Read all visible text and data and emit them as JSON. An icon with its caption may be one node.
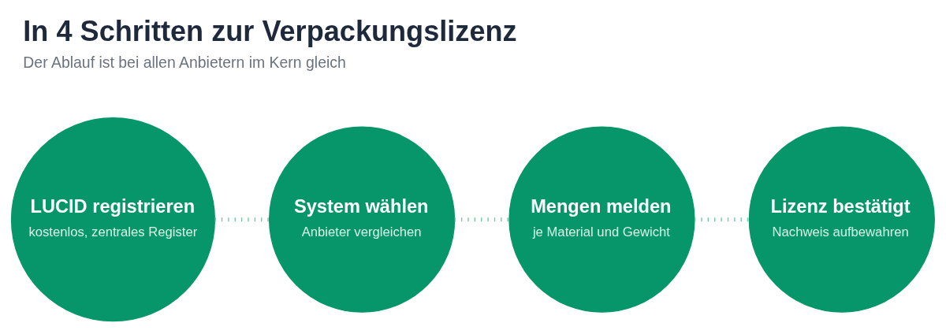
{
  "diagram": {
    "title": "In 4 Schritten zur Verpackungslizenz",
    "caption": "Der Ablauf ist bei allen Anbietern im Kern gleich",
    "nodes": [
      {
        "text": [
          "LUCID registrieren",
          "kostenlos, zentrales Register"
        ]
      },
      {
        "text": [
          "System wählen",
          "Anbieter vergleichen"
        ]
      },
      {
        "text": [
          "Mengen melden",
          "je Material und Gewicht"
        ]
      },
      {
        "text": [
          "Lizenz bestätigt",
          "Nachweis aufbewahren"
        ]
      }
    ],
    "edges": [
      {
        "from": 0,
        "to": 1,
        "arrow": "none",
        "style": "dashed"
      },
      {
        "from": 1,
        "to": 2,
        "arrow": "none",
        "style": "dashed"
      },
      {
        "from": 2,
        "to": 3,
        "arrow": "none",
        "style": "dashed"
      }
    ]
  }
}
